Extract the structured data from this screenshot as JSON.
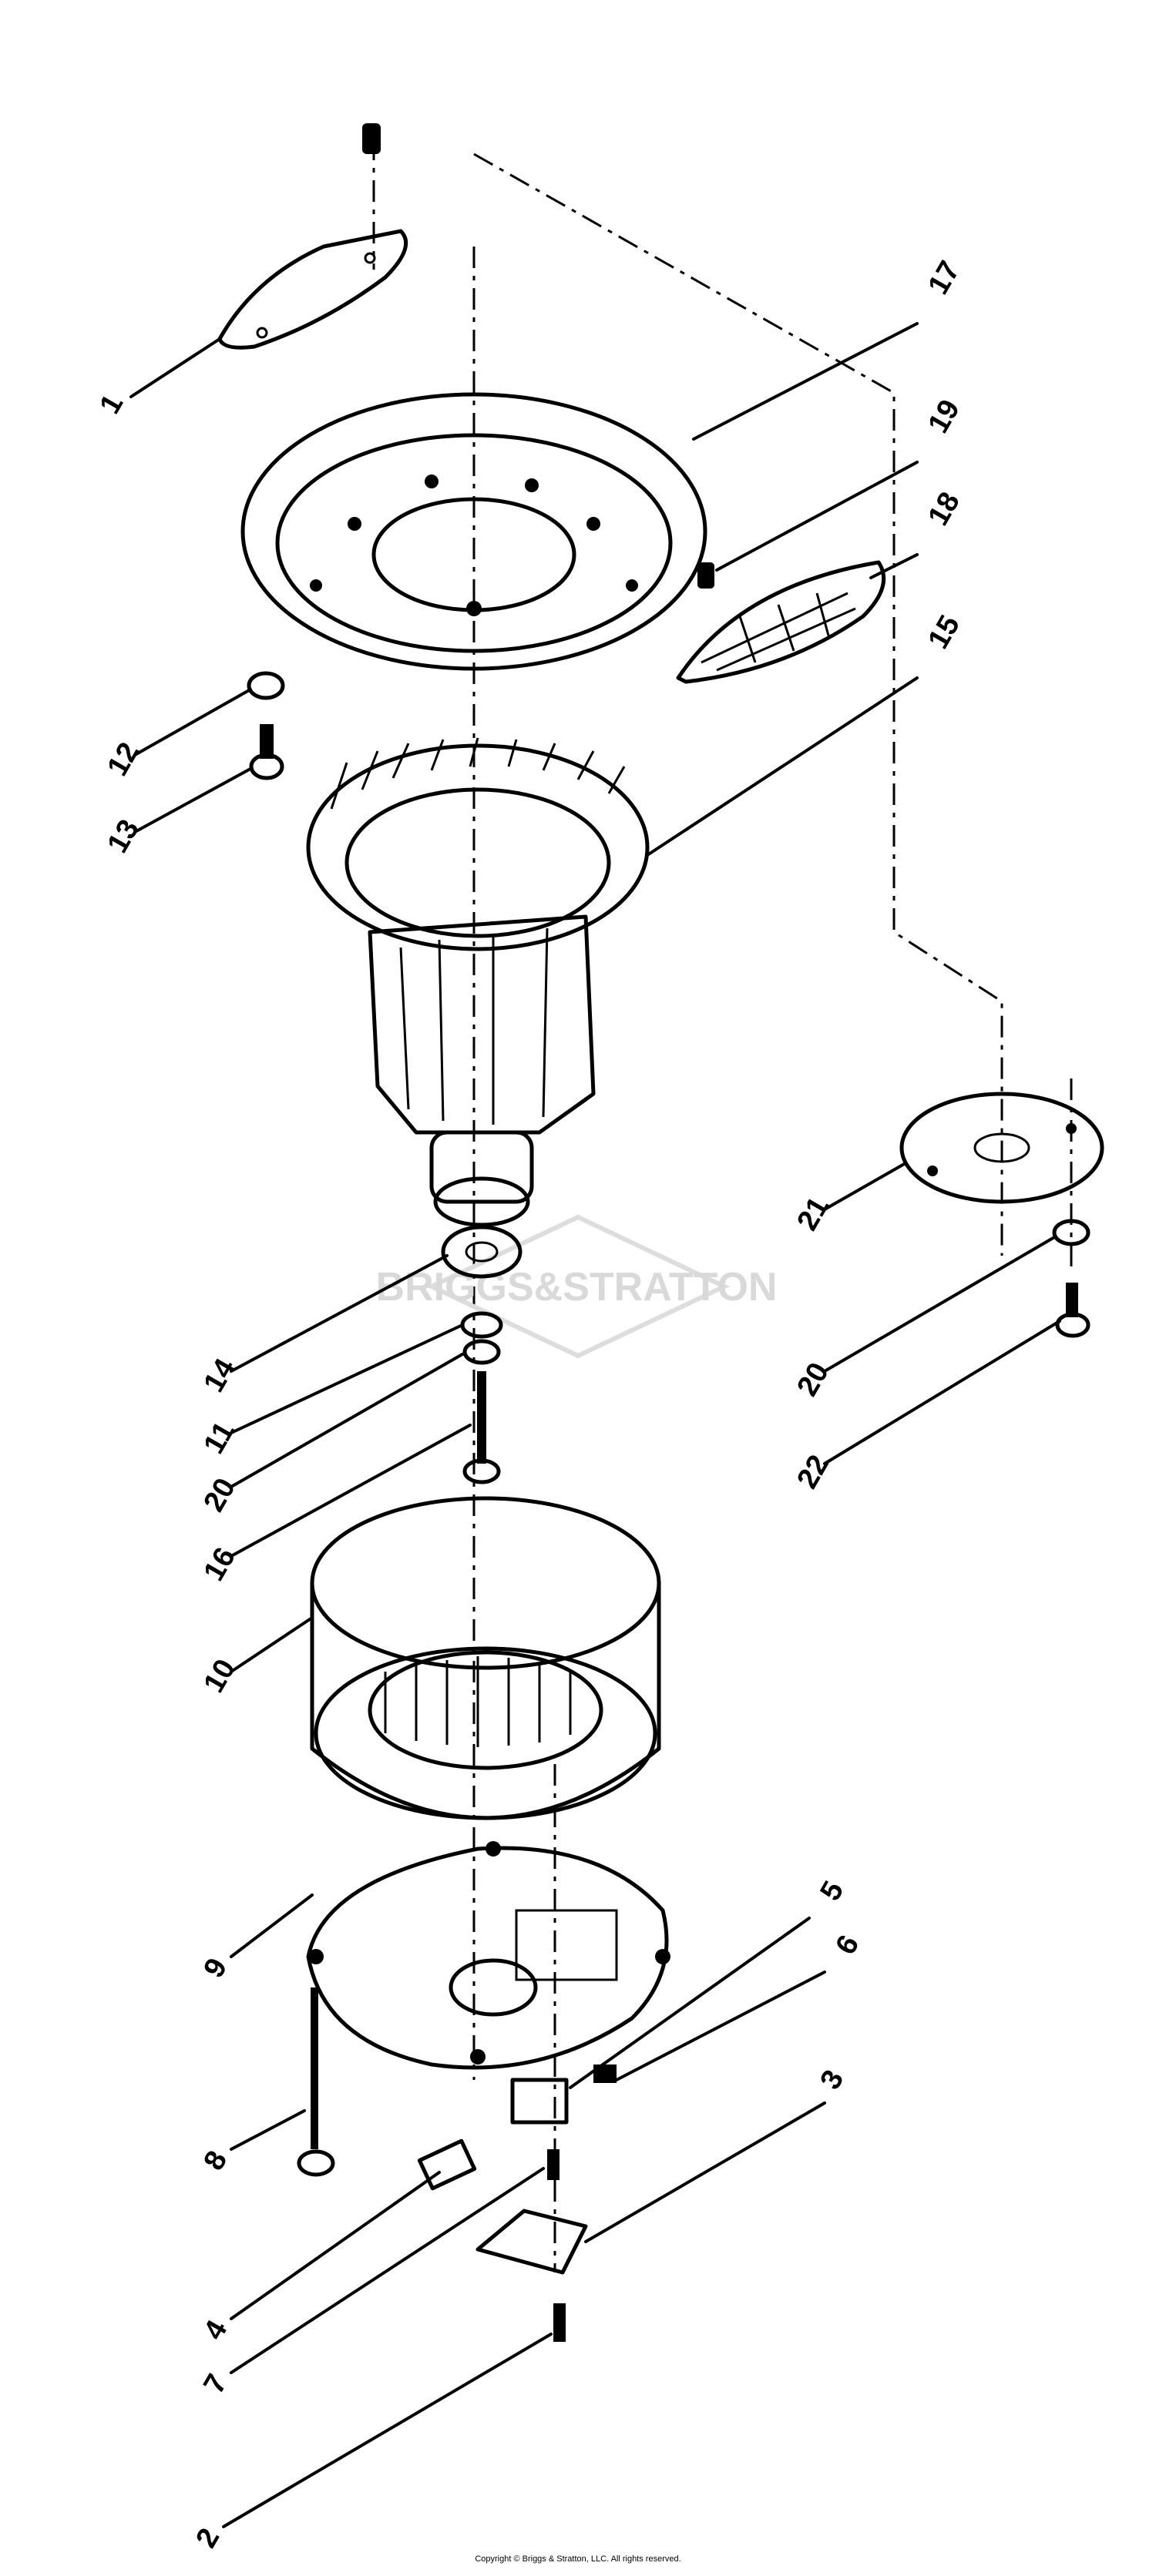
{
  "diagram": {
    "callouts": [
      "1",
      "17",
      "19",
      "18",
      "12",
      "13",
      "15",
      "21",
      "14",
      "11",
      "20",
      "16",
      "10",
      "22",
      "20",
      "9",
      "5",
      "6",
      "8",
      "3",
      "4",
      "7",
      "2"
    ],
    "watermark": "BRIGGS&STRATTON",
    "copyright": "Copyright © Briggs & Stratton, LLC. All rights reserved."
  }
}
